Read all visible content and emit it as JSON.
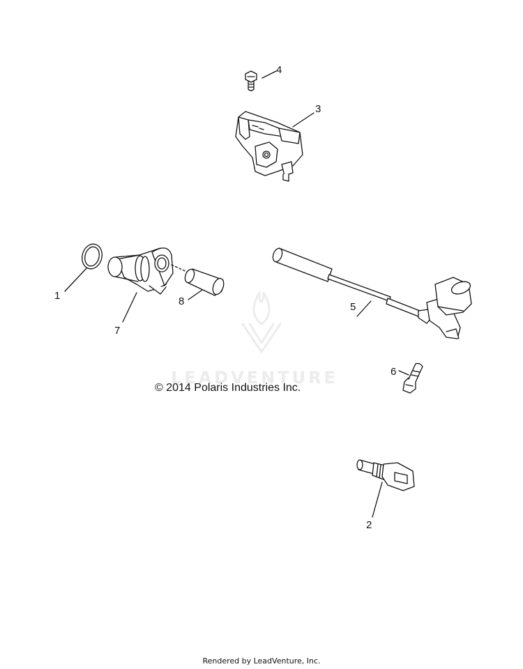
{
  "callouts": [
    "1",
    "2",
    "3",
    "4",
    "5",
    "6",
    "7",
    "8"
  ],
  "copyright": "© 2014 Polaris Industries Inc.",
  "watermark": "LEADVENTURE",
  "footer": "Rendered by LeadVenture, Inc."
}
